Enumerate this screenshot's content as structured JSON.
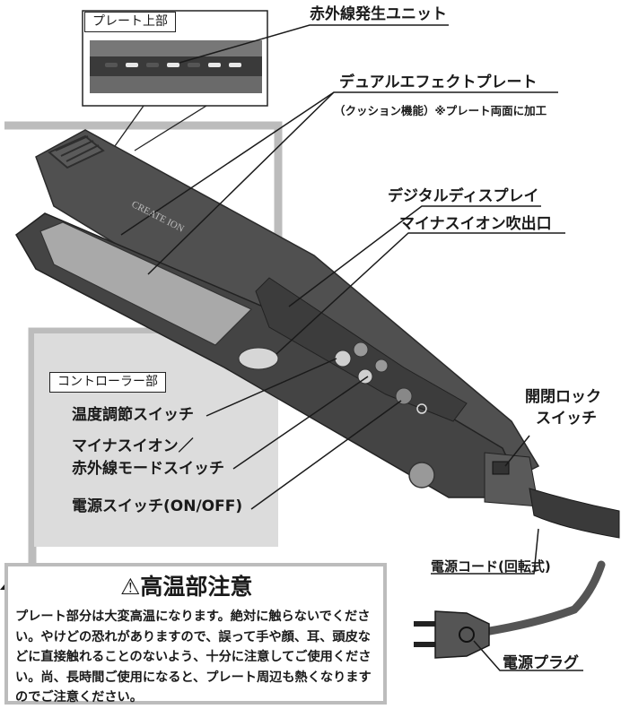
{
  "top_box": {
    "tag": "プレート上部"
  },
  "labels": {
    "infrared": "赤外線発生ユニット",
    "dual_plate": "デュアルエフェクトプレート",
    "cushion_note": "（クッション機能）※プレート両面に加工",
    "display": "デジタルディスプレイ",
    "ion_outlet": "マイナスイオン吹出口",
    "lock_switch_line1": "開閉ロック",
    "lock_switch_line2": "スイッチ",
    "cord": "電源コード(回転式)",
    "plug": "電源プラグ"
  },
  "controller": {
    "tag": "コントローラー部",
    "temp_switch": "温度調節スイッチ",
    "mode_switch_line1": "マイナスイオン／",
    "mode_switch_line2": "赤外線モードスイッチ",
    "power_switch": "電源スイッチ(ON/OFF)"
  },
  "device": {
    "brand": "CREATE ION"
  },
  "warning": {
    "title": "⚠高温部注意",
    "body": "プレート部分は大変高温になります。絶対に触らないでください。やけどの恐れがありますので、誤って手や顔、耳、頭皮などに直接触れることのないよう、十分に注意してご使用ください。尚、長時間ご使用になると、プレート周辺も熱くなりますのでご注意ください。"
  },
  "colors": {
    "frame_gray": "#bcbcbc",
    "body_dark": "#4d4d4d",
    "plate_light": "#a9a9a9",
    "ink": "#1a1a1a"
  }
}
